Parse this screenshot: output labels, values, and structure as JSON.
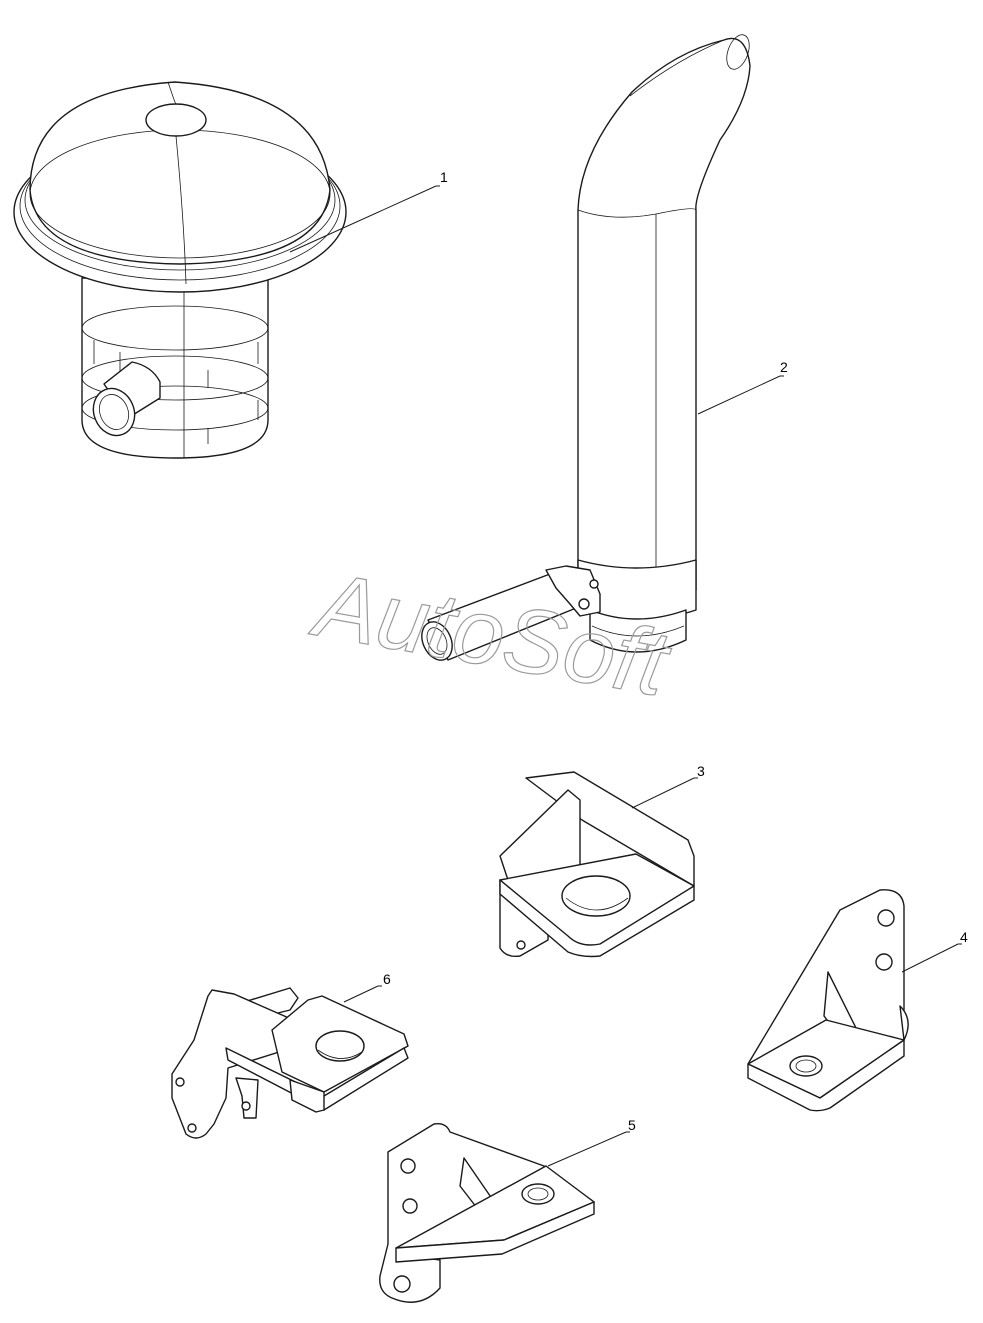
{
  "watermark": {
    "text": "AutoSoft"
  },
  "callouts": [
    {
      "label": "1",
      "part": "air-cleaner"
    },
    {
      "label": "2",
      "part": "intake-pipe"
    },
    {
      "label": "3",
      "part": "bracket"
    },
    {
      "label": "4",
      "part": "bracket"
    },
    {
      "label": "5",
      "part": "bracket"
    },
    {
      "label": "6",
      "part": "bracket"
    }
  ]
}
